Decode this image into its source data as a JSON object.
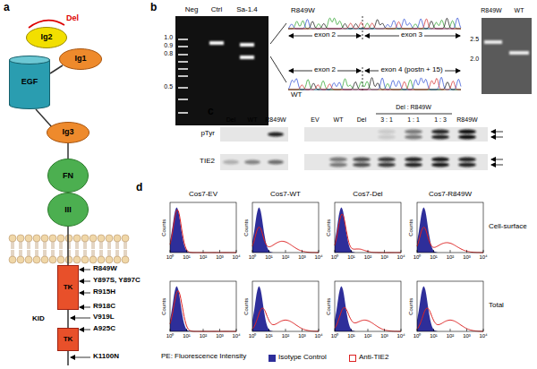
{
  "diagram": {
    "nodes": [
      {
        "text": [
          "Ig2"
        ]
      },
      {
        "text": [
          "Ig1"
        ]
      },
      {
        "text": [
          "EGF"
        ]
      },
      {
        "text": [
          "Ig3"
        ]
      },
      {
        "text": [
          "FN III"
        ]
      },
      {
        "text": [
          "TK"
        ]
      },
      {
        "text": [
          "TK"
        ]
      }
    ],
    "labels": [
      "a",
      "Del",
      "R849W",
      "Y897S, Y897C",
      "R915H",
      "R918C",
      "V919L",
      "A925C",
      "KID",
      "K1100N",
      "b",
      "Neg",
      "Ctrl",
      "Sa-1.4",
      "1.0",
      "0.9",
      "0.8",
      "0.5",
      "R849W",
      "exon 2",
      "exon 3",
      "WT",
      "exon 2",
      "exon 4 (postn + 15)",
      "R849W",
      "WT",
      "2.5",
      "2.0",
      "c",
      "Del",
      "WT",
      "R849W",
      "pTyr",
      "TIE2",
      "EV",
      "WT",
      "Del",
      "Del : R849W",
      "3 : 1",
      "1 : 1",
      "1 : 3",
      "R849W",
      "d",
      "Cos7-EV",
      "Cos7-WT",
      "Cos7-Del",
      "Cos7-R849W",
      "Cell-surface",
      "Total",
      "PE: Fluorescence Intensity",
      "Counts",
      "10⁰",
      "10¹",
      "10²",
      "10³",
      "10⁴",
      "Counts",
      "10⁰",
      "10¹",
      "10²",
      "10³",
      "10⁴",
      "Counts",
      "10⁰",
      "10¹",
      "10²",
      "10³",
      "10⁴",
      "Counts",
      "10⁰",
      "10¹",
      "10²",
      "10³",
      "10⁴",
      "Counts",
      "10⁰",
      "10¹",
      "10²",
      "10³",
      "10⁴",
      "Counts",
      "10⁰",
      "10¹",
      "10²",
      "10³",
      "10⁴",
      "Counts",
      "10⁰",
      "10¹",
      "10²",
      "10³",
      "10⁴",
      "Counts",
      "10⁰",
      "10¹",
      "10²",
      "10³",
      "10⁴"
    ],
    "legend": [
      {
        "text": "Isotype Control",
        "color": "#2e2e9a"
      },
      {
        "text": "Anti-TIE2"
      }
    ]
  }
}
